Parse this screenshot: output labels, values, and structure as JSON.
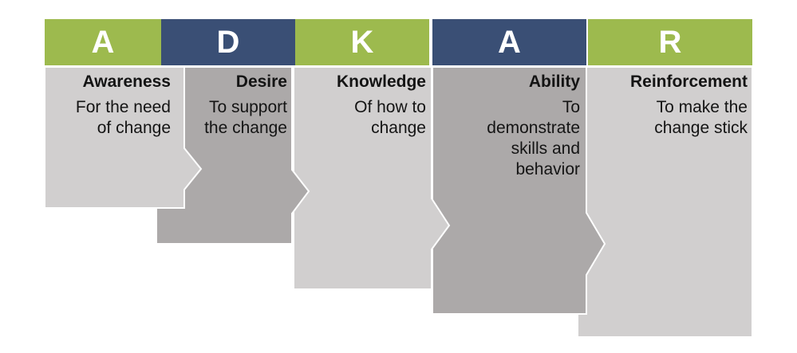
{
  "colors": {
    "green": "#9DBA4E",
    "blue": "#3A4F75",
    "light_gray": "#D1CFCF",
    "dark_gray": "#ACA9A9",
    "letter": "#FFFFFF",
    "text": "#141414"
  },
  "columns": [
    {
      "letter": "A",
      "title": "Awareness",
      "description": "For the need\nof change",
      "header_color": "green",
      "body_shade": "light"
    },
    {
      "letter": "D",
      "title": "Desire",
      "description": "To support\nthe change",
      "header_color": "blue",
      "body_shade": "dark"
    },
    {
      "letter": "K",
      "title": "Knowledge",
      "description": "Of how to\nchange",
      "header_color": "green",
      "body_shade": "light"
    },
    {
      "letter": "A",
      "title": "Ability",
      "description": "To\ndemonstrate\nskills and\nbehavior",
      "header_color": "blue",
      "body_shade": "dark"
    },
    {
      "letter": "R",
      "title": "Reinforcement",
      "description": "To make the\nchange stick",
      "header_color": "green",
      "body_shade": "light"
    }
  ]
}
